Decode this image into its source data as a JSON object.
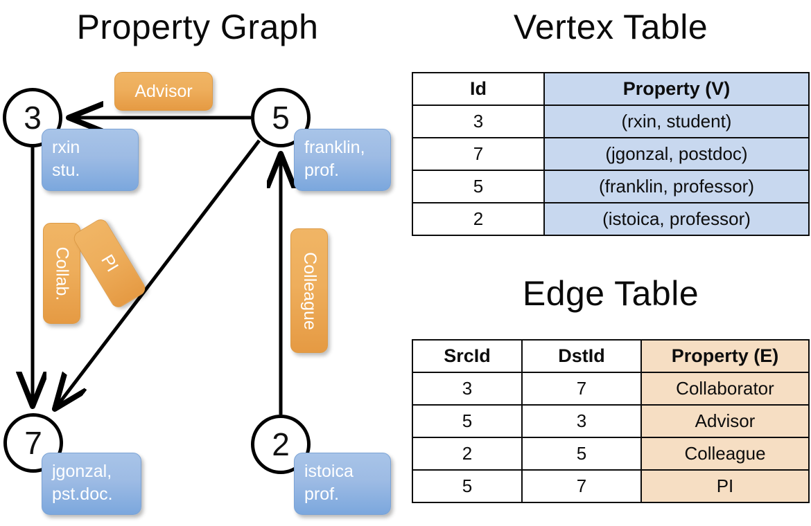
{
  "titles": {
    "property_graph": "Property Graph",
    "vertex_table": "Vertex Table",
    "edge_table": "Edge Table"
  },
  "graph": {
    "nodes": [
      {
        "id": "3",
        "label": "3",
        "property_lines": [
          "rxin",
          "stu."
        ]
      },
      {
        "id": "5",
        "label": "5",
        "property_lines": [
          "franklin,",
          "prof."
        ]
      },
      {
        "id": "7",
        "label": "7",
        "property_lines": [
          "jgonzal,",
          "pst.doc."
        ]
      },
      {
        "id": "2",
        "label": "2",
        "property_lines": [
          "istoica",
          "prof."
        ]
      }
    ],
    "edge_labels": [
      {
        "name": "advisor",
        "text": "Advisor",
        "orientation": "horizontal"
      },
      {
        "name": "collab",
        "text": "Collab.",
        "orientation": "vertical"
      },
      {
        "name": "pi",
        "text": "PI",
        "orientation": "vertical-rotated"
      },
      {
        "name": "colleague",
        "text": "Colleague",
        "orientation": "vertical"
      }
    ],
    "colors": {
      "node_stroke": "#000000",
      "vertex_box": "#9dbbe4",
      "edge_label_box": "#eeae5c",
      "arrow": "#000000"
    }
  },
  "vertex_table": {
    "headers": [
      "Id",
      "Property (V)"
    ],
    "rows": [
      {
        "id": "3",
        "property": "(rxin, student)"
      },
      {
        "id": "7",
        "property": "(jgonzal, postdoc)"
      },
      {
        "id": "5",
        "property": "(franklin, professor)"
      },
      {
        "id": "2",
        "property": "(istoica, professor)"
      }
    ],
    "property_column_color": "#c8d8ef"
  },
  "edge_table": {
    "headers": [
      "SrcId",
      "DstId",
      "Property (E)"
    ],
    "rows": [
      {
        "src": "3",
        "dst": "7",
        "property": "Collaborator"
      },
      {
        "src": "5",
        "dst": "3",
        "property": "Advisor"
      },
      {
        "src": "2",
        "dst": "5",
        "property": "Colleague"
      },
      {
        "src": "5",
        "dst": "7",
        "property": "PI"
      }
    ],
    "property_column_color": "#f6dec3"
  }
}
